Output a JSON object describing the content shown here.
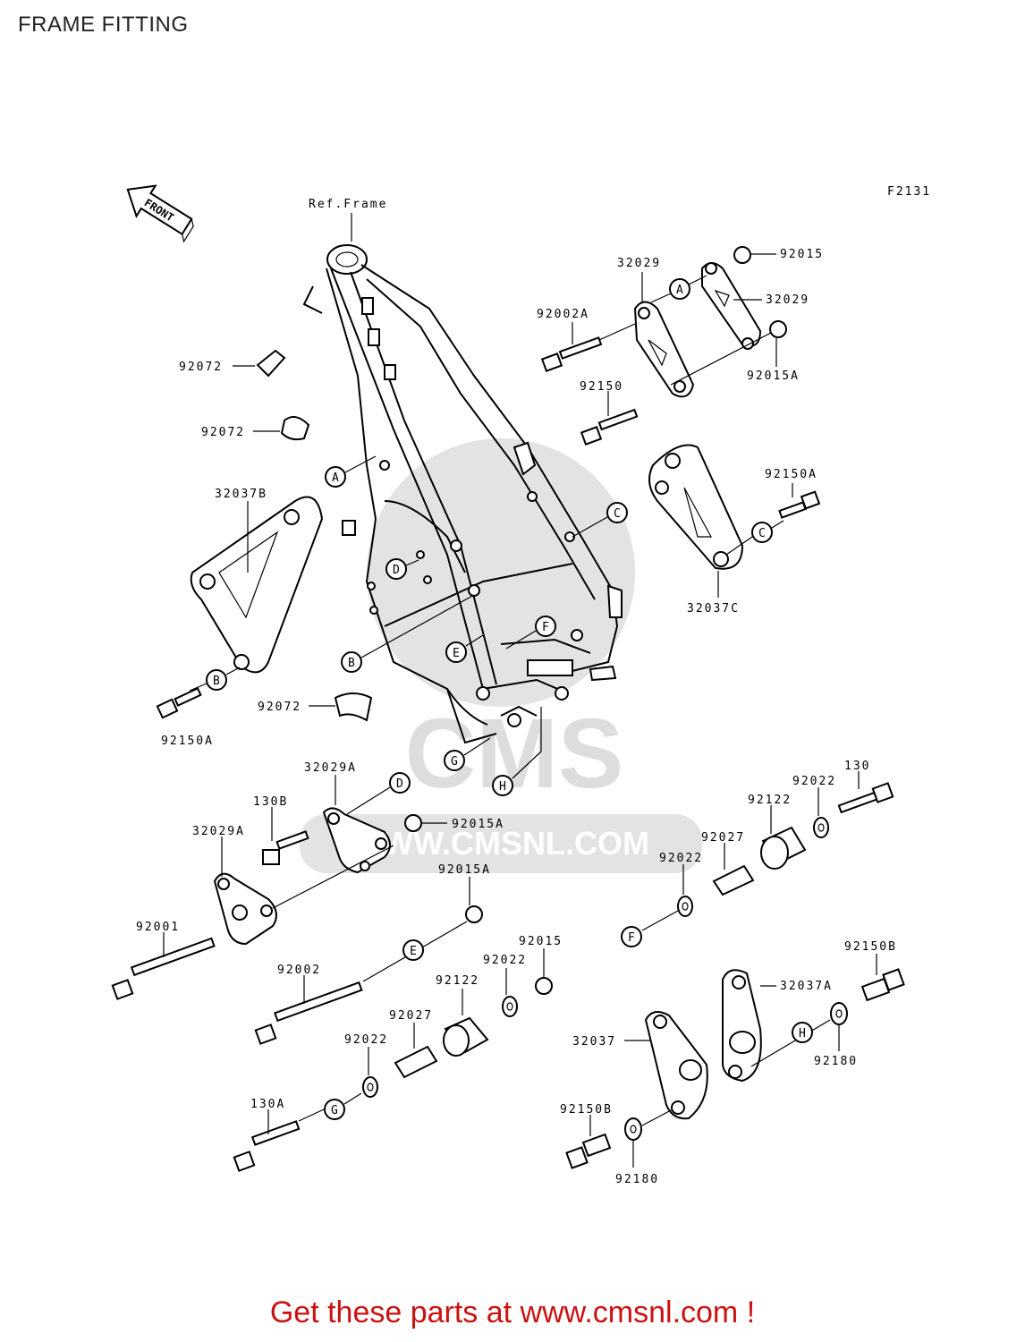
{
  "title": "FRAME FITTING",
  "figure_code": "F2131",
  "ref_label": "Ref.Frame",
  "front_label": "FRONT",
  "watermark": {
    "brand": "CMS",
    "url": "WWW.CMSNL.COM"
  },
  "footer": "Get these parts at www.cmsnl.com !",
  "parts": [
    {
      "id": "p1",
      "label": "92072"
    },
    {
      "id": "p2",
      "label": "92072"
    },
    {
      "id": "p3",
      "label": "32037B"
    },
    {
      "id": "p4",
      "label": "92150A"
    },
    {
      "id": "p5",
      "label": "92072"
    },
    {
      "id": "p6",
      "label": "32029"
    },
    {
      "id": "p7",
      "label": "92015"
    },
    {
      "id": "p8",
      "label": "32029"
    },
    {
      "id": "p9",
      "label": "92002A"
    },
    {
      "id": "p10",
      "label": "92015A"
    },
    {
      "id": "p11",
      "label": "92150"
    },
    {
      "id": "p12",
      "label": "92150A"
    },
    {
      "id": "p13",
      "label": "32037C"
    },
    {
      "id": "p14",
      "label": "32029A"
    },
    {
      "id": "p15",
      "label": "130B"
    },
    {
      "id": "p16",
      "label": "92015A"
    },
    {
      "id": "p17",
      "label": "32029A"
    },
    {
      "id": "p18",
      "label": "92015A"
    },
    {
      "id": "p19",
      "label": "92001"
    },
    {
      "id": "p20",
      "label": "92002"
    },
    {
      "id": "p21",
      "label": "92015"
    },
    {
      "id": "p22",
      "label": "92022"
    },
    {
      "id": "p23",
      "label": "92122"
    },
    {
      "id": "p24",
      "label": "92027"
    },
    {
      "id": "p25",
      "label": "92022"
    },
    {
      "id": "p26",
      "label": "130A"
    },
    {
      "id": "p27",
      "label": "130"
    },
    {
      "id": "p28",
      "label": "92022"
    },
    {
      "id": "p29",
      "label": "92122"
    },
    {
      "id": "p30",
      "label": "92027"
    },
    {
      "id": "p31",
      "label": "92022"
    },
    {
      "id": "p32",
      "label": "92150B"
    },
    {
      "id": "p33",
      "label": "32037A"
    },
    {
      "id": "p34",
      "label": "32037"
    },
    {
      "id": "p35",
      "label": "92180"
    },
    {
      "id": "p36",
      "label": "92150B"
    },
    {
      "id": "p37",
      "label": "92180"
    }
  ],
  "callouts": [
    "A",
    "A",
    "B",
    "B",
    "C",
    "C",
    "D",
    "D",
    "E",
    "E",
    "F",
    "F",
    "G",
    "G",
    "H",
    "H"
  ]
}
